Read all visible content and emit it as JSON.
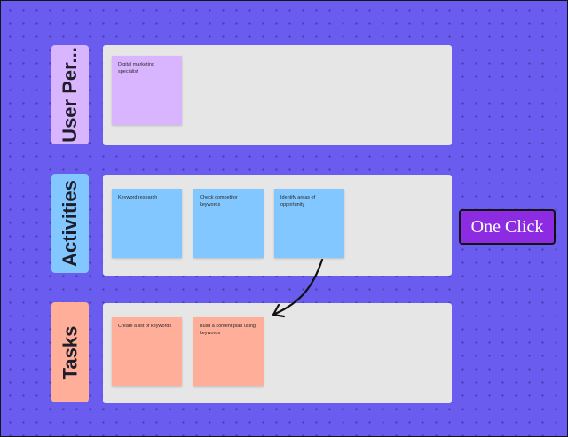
{
  "rows": {
    "persona": {
      "label": "User Per...",
      "label_color": "#D9B5FF",
      "stickies": [
        "Digital marketing specialist"
      ]
    },
    "activities": {
      "label": "Activities",
      "label_color": "#82C7FF",
      "stickies": [
        "Keyword research",
        "Check competitor keywords",
        "Identify areas of opportunity"
      ]
    },
    "tasks": {
      "label": "Tasks",
      "label_color": "#FFAE9A",
      "stickies": [
        "Create a list of keywords",
        "Build a content plan using keywords"
      ]
    }
  },
  "one_click_button": {
    "label": "One Click",
    "color": "#8C2BE2"
  },
  "canvas": {
    "background": "#6B5CF0",
    "icon": "dot-grid"
  },
  "connector": {
    "icon": "curved-arrow",
    "from": "Identify areas of opportunity",
    "to": "Build a content plan using keywords"
  }
}
